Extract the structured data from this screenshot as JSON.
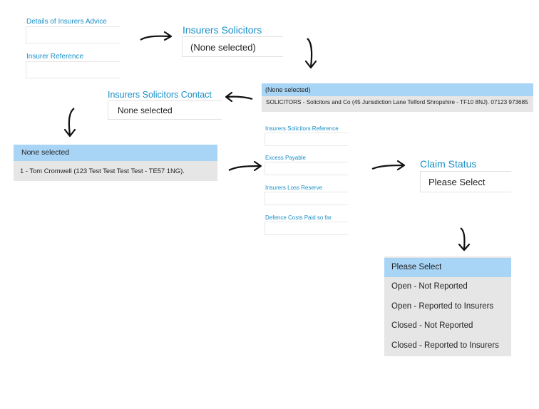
{
  "panel1": {
    "details_label": "Details of Insurers Advice",
    "reference_label": "Insurer Reference"
  },
  "solicitors": {
    "label": "Insurers Solicitors",
    "value": "(None selected)",
    "options": [
      "(None selected)",
      "SOLICITORS - Solicitors and Co (45 Jurisdiction Lane Telford Shropshire - TF10 8NJ). 07123 973685"
    ]
  },
  "contact": {
    "label": "Insurers Solicitors Contact",
    "value": "None selected",
    "options": [
      "None selected",
      "1 - Tom Cromwell (123 Test Test Test Test - TE57 1NG)."
    ]
  },
  "fields": {
    "solicitors_reference_label": "Insurers Solicitors Reference",
    "excess_payable_label": "Excess Payable",
    "loss_reserve_label": "Insurers Loss Reserve",
    "defence_costs_label": "Defence Costs Paid so far"
  },
  "claim_status": {
    "label": "Claim Status",
    "value": "Please Select",
    "options": [
      "Please Select",
      "Open - Not Reported",
      "Open - Reported to Insurers",
      "Closed - Not Reported",
      "Closed - Reported to Insurers"
    ]
  },
  "colors": {
    "label_blue": "#1a8fc7",
    "highlight": "#a8d4f6",
    "list_bg": "#e6e6e6"
  },
  "icons": [
    "arrow-right-icon",
    "arrow-down-icon",
    "arrow-left-icon"
  ]
}
